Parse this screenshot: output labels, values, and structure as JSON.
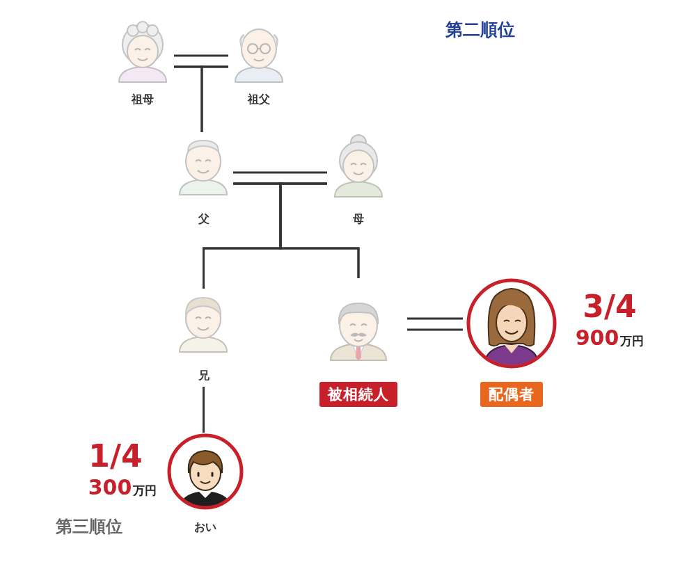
{
  "diagram": {
    "nodes": [
      {
        "text": [
          "第二順位"
        ]
      },
      {
        "text": [
          "祖母"
        ],
        "in": 0
      },
      {
        "text": [
          "祖父"
        ],
        "in": 0
      },
      {
        "text": [
          "父"
        ],
        "in": 0
      },
      {
        "text": [
          "母"
        ],
        "in": 0
      },
      {
        "text": [
          "第三順位"
        ]
      },
      {
        "text": [
          "兄"
        ],
        "in": 5
      },
      {
        "text": [
          "被相続人"
        ]
      },
      {
        "text": [
          "配偶者"
        ]
      },
      {
        "text": [
          "おい"
        ],
        "in": 5
      }
    ],
    "edges": [
      {
        "from": 1,
        "to": 2,
        "arrow": "none"
      },
      {
        "from": 1,
        "to": 3,
        "arrow": "none"
      },
      {
        "from": 2,
        "to": 3,
        "arrow": "none"
      },
      {
        "from": 3,
        "to": 4,
        "arrow": "none"
      },
      {
        "from": 3,
        "to": 6,
        "arrow": "none"
      },
      {
        "from": 4,
        "to": 6,
        "arrow": "none"
      },
      {
        "from": 3,
        "to": 7,
        "arrow": "none"
      },
      {
        "from": 4,
        "to": 7,
        "arrow": "none"
      },
      {
        "from": 7,
        "to": 8,
        "arrow": "none"
      },
      {
        "from": 6,
        "to": 9,
        "arrow": "none"
      }
    ],
    "labels": [
      "3/4",
      "900",
      "万円",
      "1/4",
      "300",
      "万円"
    ]
  }
}
